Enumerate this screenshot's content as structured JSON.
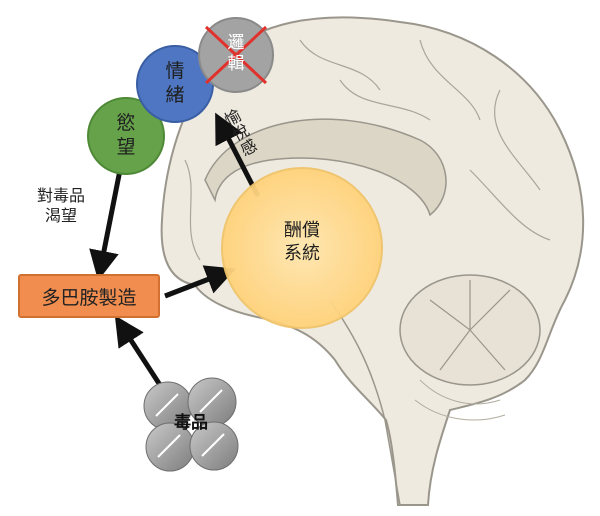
{
  "nodes": {
    "desire": {
      "line1": "慾",
      "line2": "望",
      "color": "#66a24a"
    },
    "emotion": {
      "line1": "情",
      "line2": "緒",
      "color": "#4f76c2"
    },
    "logic": {
      "line1": "邏",
      "line2": "輯",
      "color": "#a3a3a3",
      "cross_color": "#e0322d"
    },
    "reward": {
      "line1": "酬償",
      "line2": "系統",
      "color": "#ffd98a"
    }
  },
  "dopamine_box": {
    "label": "多巴胺製造",
    "color": "#f08d4f"
  },
  "drug": {
    "label": "毒品"
  },
  "labels": {
    "craving_line1": "對毒品",
    "craving_line2": "渴望",
    "pleasure": "愉悅感"
  }
}
